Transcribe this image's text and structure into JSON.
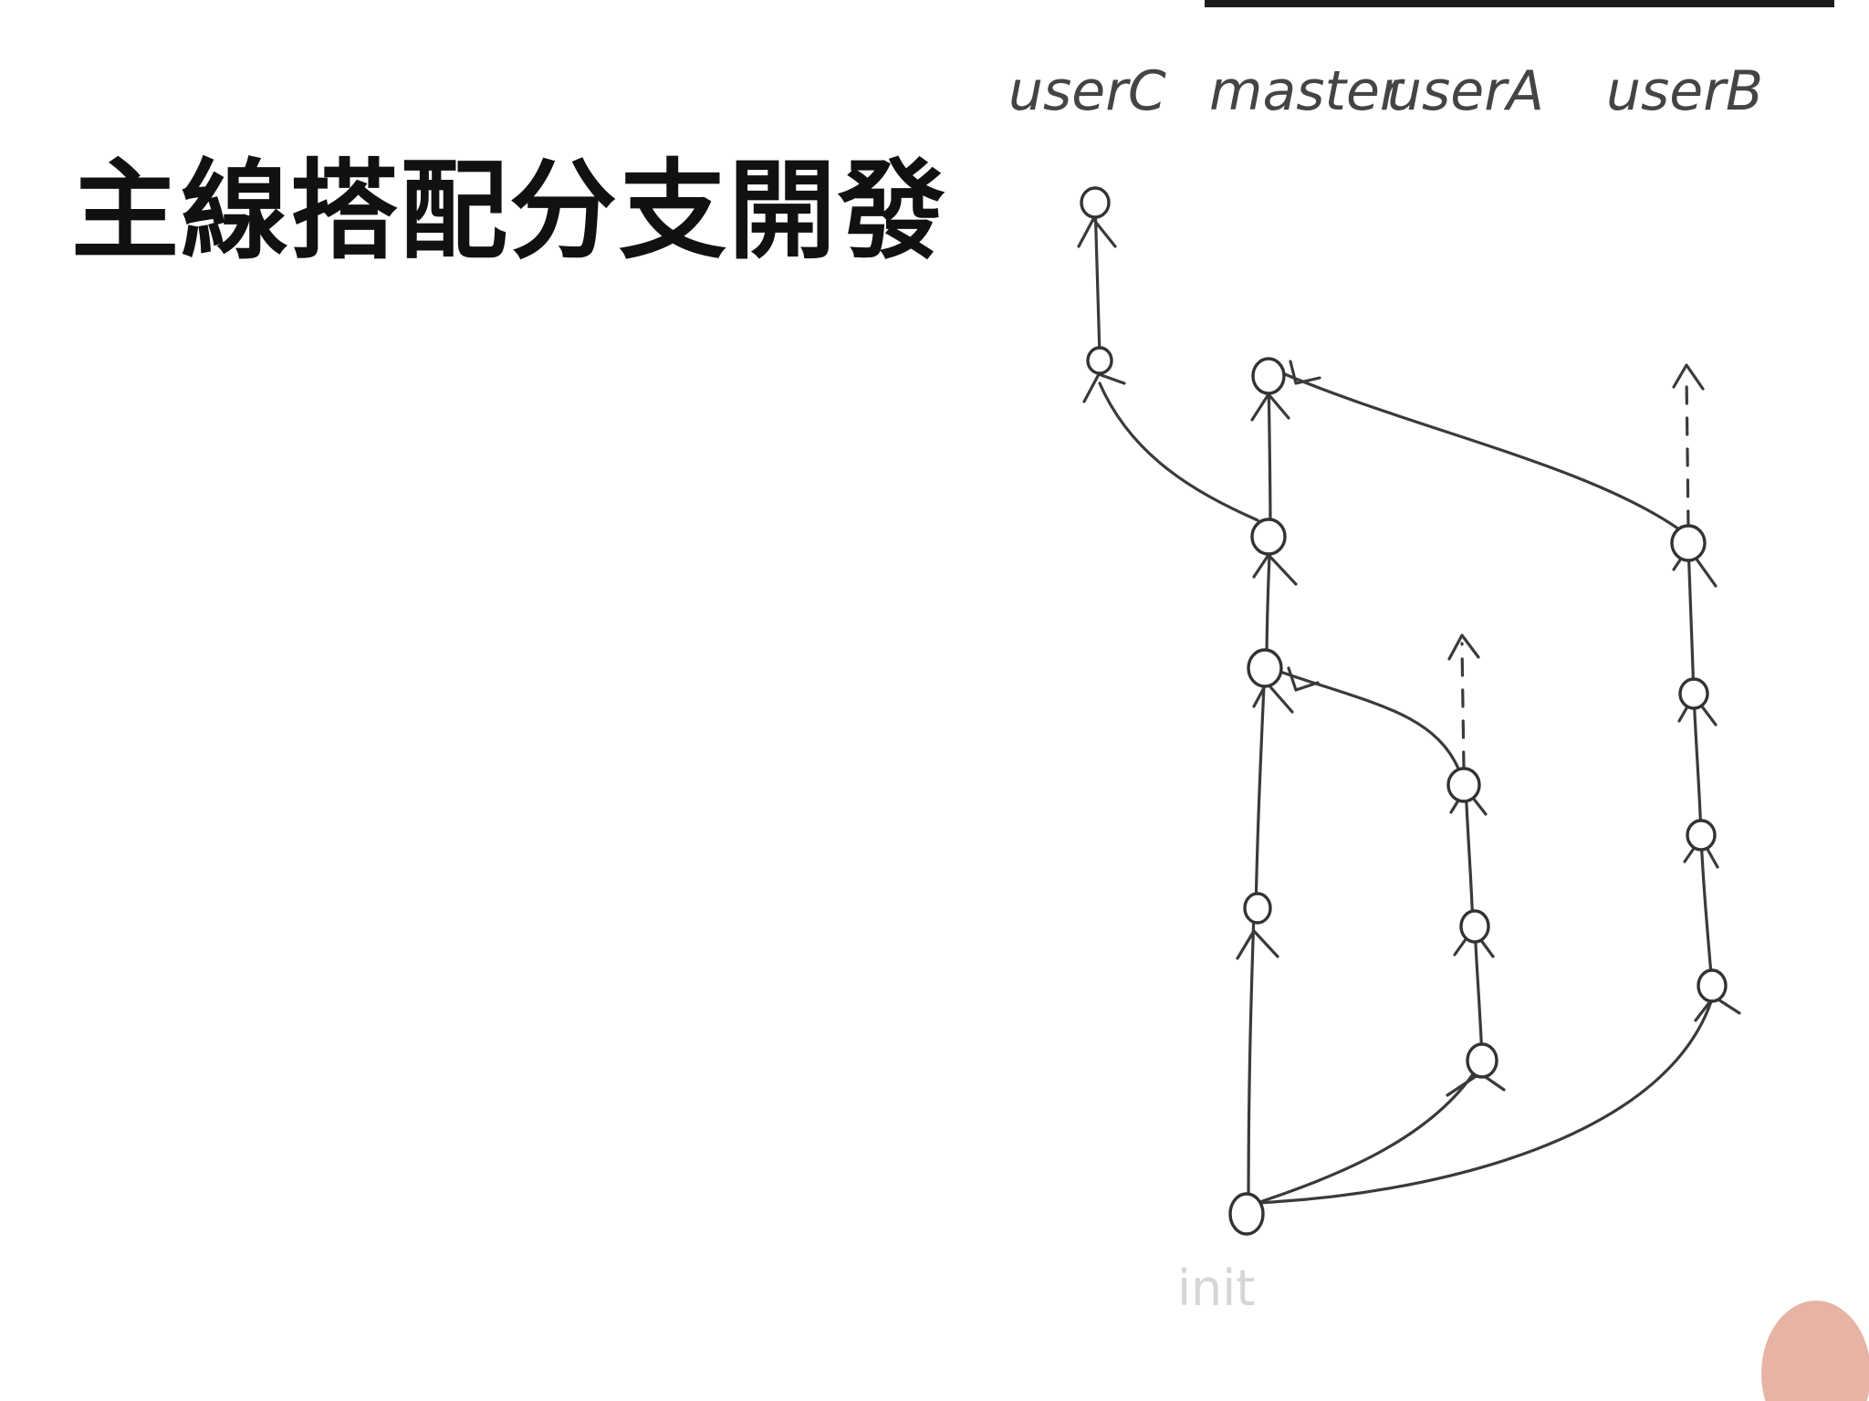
{
  "slide": {
    "title": "主線搭配分支開發"
  },
  "diagram": {
    "branches": [
      "userC",
      "master",
      "userA",
      "userB"
    ],
    "bottom_label": "init",
    "colors": {
      "ink": "#3a3a3a",
      "title": "#111111",
      "stain": "#d98b74"
    },
    "commits": {
      "userC": 2,
      "master": 5,
      "userA": 3,
      "userB": 4
    },
    "merges": [
      {
        "from": "userA",
        "into": "master"
      },
      {
        "from": "userB",
        "into": "master"
      },
      {
        "from": "master",
        "into": "userC"
      }
    ],
    "continuations": [
      {
        "branch": "userA",
        "style": "dashed"
      },
      {
        "branch": "userB",
        "style": "dashed"
      }
    ]
  }
}
